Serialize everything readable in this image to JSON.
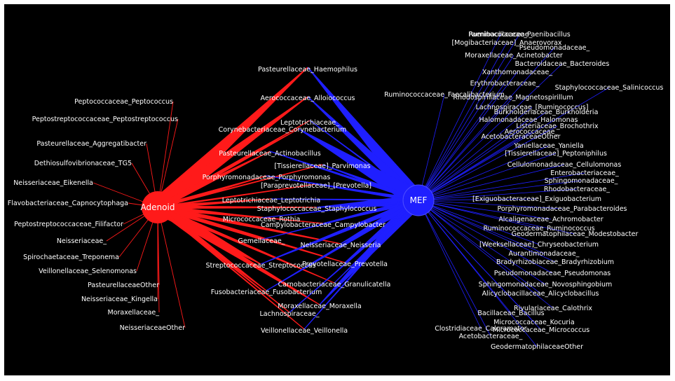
{
  "colors": {
    "background": "#000000",
    "adenoid": "#ff1a1a",
    "mef": "#1f1fff",
    "label": "#ffffff"
  },
  "hubs": {
    "adenoid": "Adenoid",
    "mef": "MEF"
  },
  "adenoid_only": [
    "Peptococcaceae_Peptococcus",
    "Peptostreptococcaceae_Peptostreptococcus",
    "Pasteurellaceae_Aggregatibacter",
    "Dethiosulfovibrionaceae_TG5",
    "Neisseriaceae_Eikenella",
    "Flavobacteriaceae_Capnocytophaga",
    "Peptostreptococcaceae_Filifactor",
    "Neisseriaceae_",
    "Spirochaetaceae_Treponema",
    "Veillonellaceae_Selenomonas",
    "PasteurellaceaeOther",
    "Neisseriaceae_Kingella",
    "Moraxellaceae_",
    "NeisseriaceaeOther"
  ],
  "shared": [
    "Pasteurellaceae_Haemophilus",
    "Aerococcaceae_Alloiococcus",
    "Leptotrichiaceae_",
    "Corynebacteriaceae_Corynebacterium",
    "Pasteurellaceae_Actinobacillus",
    "[Tissierellaceae]_Parvimonas",
    "Porphyromonadaceae_Porphyromonas",
    "[Paraprevotellaceae]_[Prevotella]",
    "Leptotrichiaceae_Leptotrichia",
    "Staphylococcaceae_Staphylococcus",
    "Micrococcaceae_Rothia",
    "Campylobacteraceae_Campylobacter",
    "Gemellaceae_",
    "Neisseriaceae_Neisseria",
    "Streptococcaceae_Streptococcus",
    "Prevotellaceae_Prevotella",
    "Carnobacteriaceae_Granulicatella",
    "Fusobacteriaceae_Fusobacterium",
    "Moraxellaceae_Moraxella",
    "Lachnospiraceae_",
    "Veillonellaceae_Veillonella"
  ],
  "mef_only": [
    "Ruminococcaceae_",
    "Paenibacillaceae_Paenibacillus",
    "[Mogibacteriaceae]_Anaerovorax",
    "Pseudomonadaceae_",
    "Moraxellaceae_Acinetobacter",
    "Bacteroidaceae_Bacteroides",
    "Xanthomonadaceae_",
    "Erythrobacteraceae_",
    "Staphylococcaceae_Salinicoccus",
    "Ruminococcaceae_Faecalibacterium",
    "Rhodospirillaceae_Magnetospirillum",
    "Lachnospiraceae_[Ruminococcus]",
    "Burkholderiaceae_Burkholderia",
    "Halomonadaceae_Halomonas",
    "Listeriaceae_Brochothrix",
    "Aerococcaceae_",
    "AcetobacteraceaeOther",
    "Yaniellaceae_Yaniella",
    "[Tissierellaceae]_Peptoniphilus",
    "Cellulomonadaceae_Cellulomonas",
    "Enterobacteriaceae_",
    "Sphingomonadaceae_",
    "Rhodobacteraceae_",
    "[Exiguobacteraceae]_Exiguobacterium",
    "Porphyromonadaceae_Parabacteroides",
    "Alcaligenaceae_Achromobacter",
    "Ruminococcaceae_Ruminococcus",
    "Geodermatophilaceae_Modestobacter",
    "[Weeksellaceae]_Chryseobacterium",
    "Aurantimonadaceae_",
    "Bradyrhizobiaceae_Bradyrhizobium",
    "Pseudomonadaceae_Pseudomonas",
    "Sphingomonadaceae_Novosphingobium",
    "Alicyclobacillaceae_Alicyclobacillus",
    "Rivulariaceae_Calothrix",
    "Bacillaceae_Bacillus",
    "Micrococcaceae_Kocuria",
    "Clostridiaceae_Caloramator",
    "Micrococcaceae_Micrococcus",
    "Acetobacteraceae_",
    "GeodermatophilaceaeOther"
  ]
}
